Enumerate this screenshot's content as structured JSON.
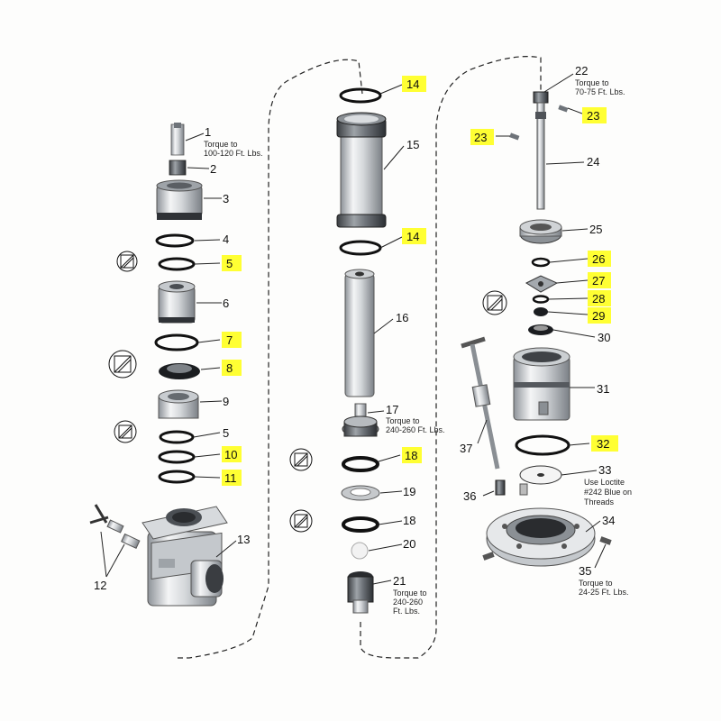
{
  "colors": {
    "highlight": "#ffff33",
    "metal_light": "#eceef0",
    "metal_mid": "#b4b8bd",
    "metal_dark": "#6e7379",
    "ring": "#111111",
    "line": "#222222"
  },
  "callouts": {
    "c1": "1",
    "c2": "2",
    "c3": "3",
    "c4": "4",
    "c5a": "5",
    "c6": "6",
    "c7": "7",
    "c8": "8",
    "c9": "9",
    "c5b": "5",
    "c10": "10",
    "c11": "11",
    "c12": "12",
    "c13": "13",
    "c14a": "14",
    "c15": "15",
    "c14b": "14",
    "c16": "16",
    "c17": "17",
    "c18a": "18",
    "c19": "19",
    "c18b": "18",
    "c20": "20",
    "c21": "21",
    "c22": "22",
    "c23a": "23",
    "c23b": "23",
    "c24": "24",
    "c25": "25",
    "c26": "26",
    "c27": "27",
    "c28": "28",
    "c29": "29",
    "c30": "30",
    "c31": "31",
    "c32": "32",
    "c33": "33",
    "c34": "34",
    "c35": "35",
    "c36": "36",
    "c37": "37"
  },
  "notes": {
    "n1a": "Torque to",
    "n1b": "100-120 Ft. Lbs.",
    "n17a": "Torque to",
    "n17b": "240-260 Ft. Lbs.",
    "n21a": "Torque to",
    "n21b": "240-260",
    "n21c": "Ft. Lbs.",
    "n22a": "Torque to",
    "n22b": "70-75 Ft. Lbs.",
    "n33a": "Use Loctite",
    "n33b": "#242 Blue on",
    "n33c": "Threads",
    "n35a": "Torque to",
    "n35b": "24-25 Ft. Lbs."
  }
}
